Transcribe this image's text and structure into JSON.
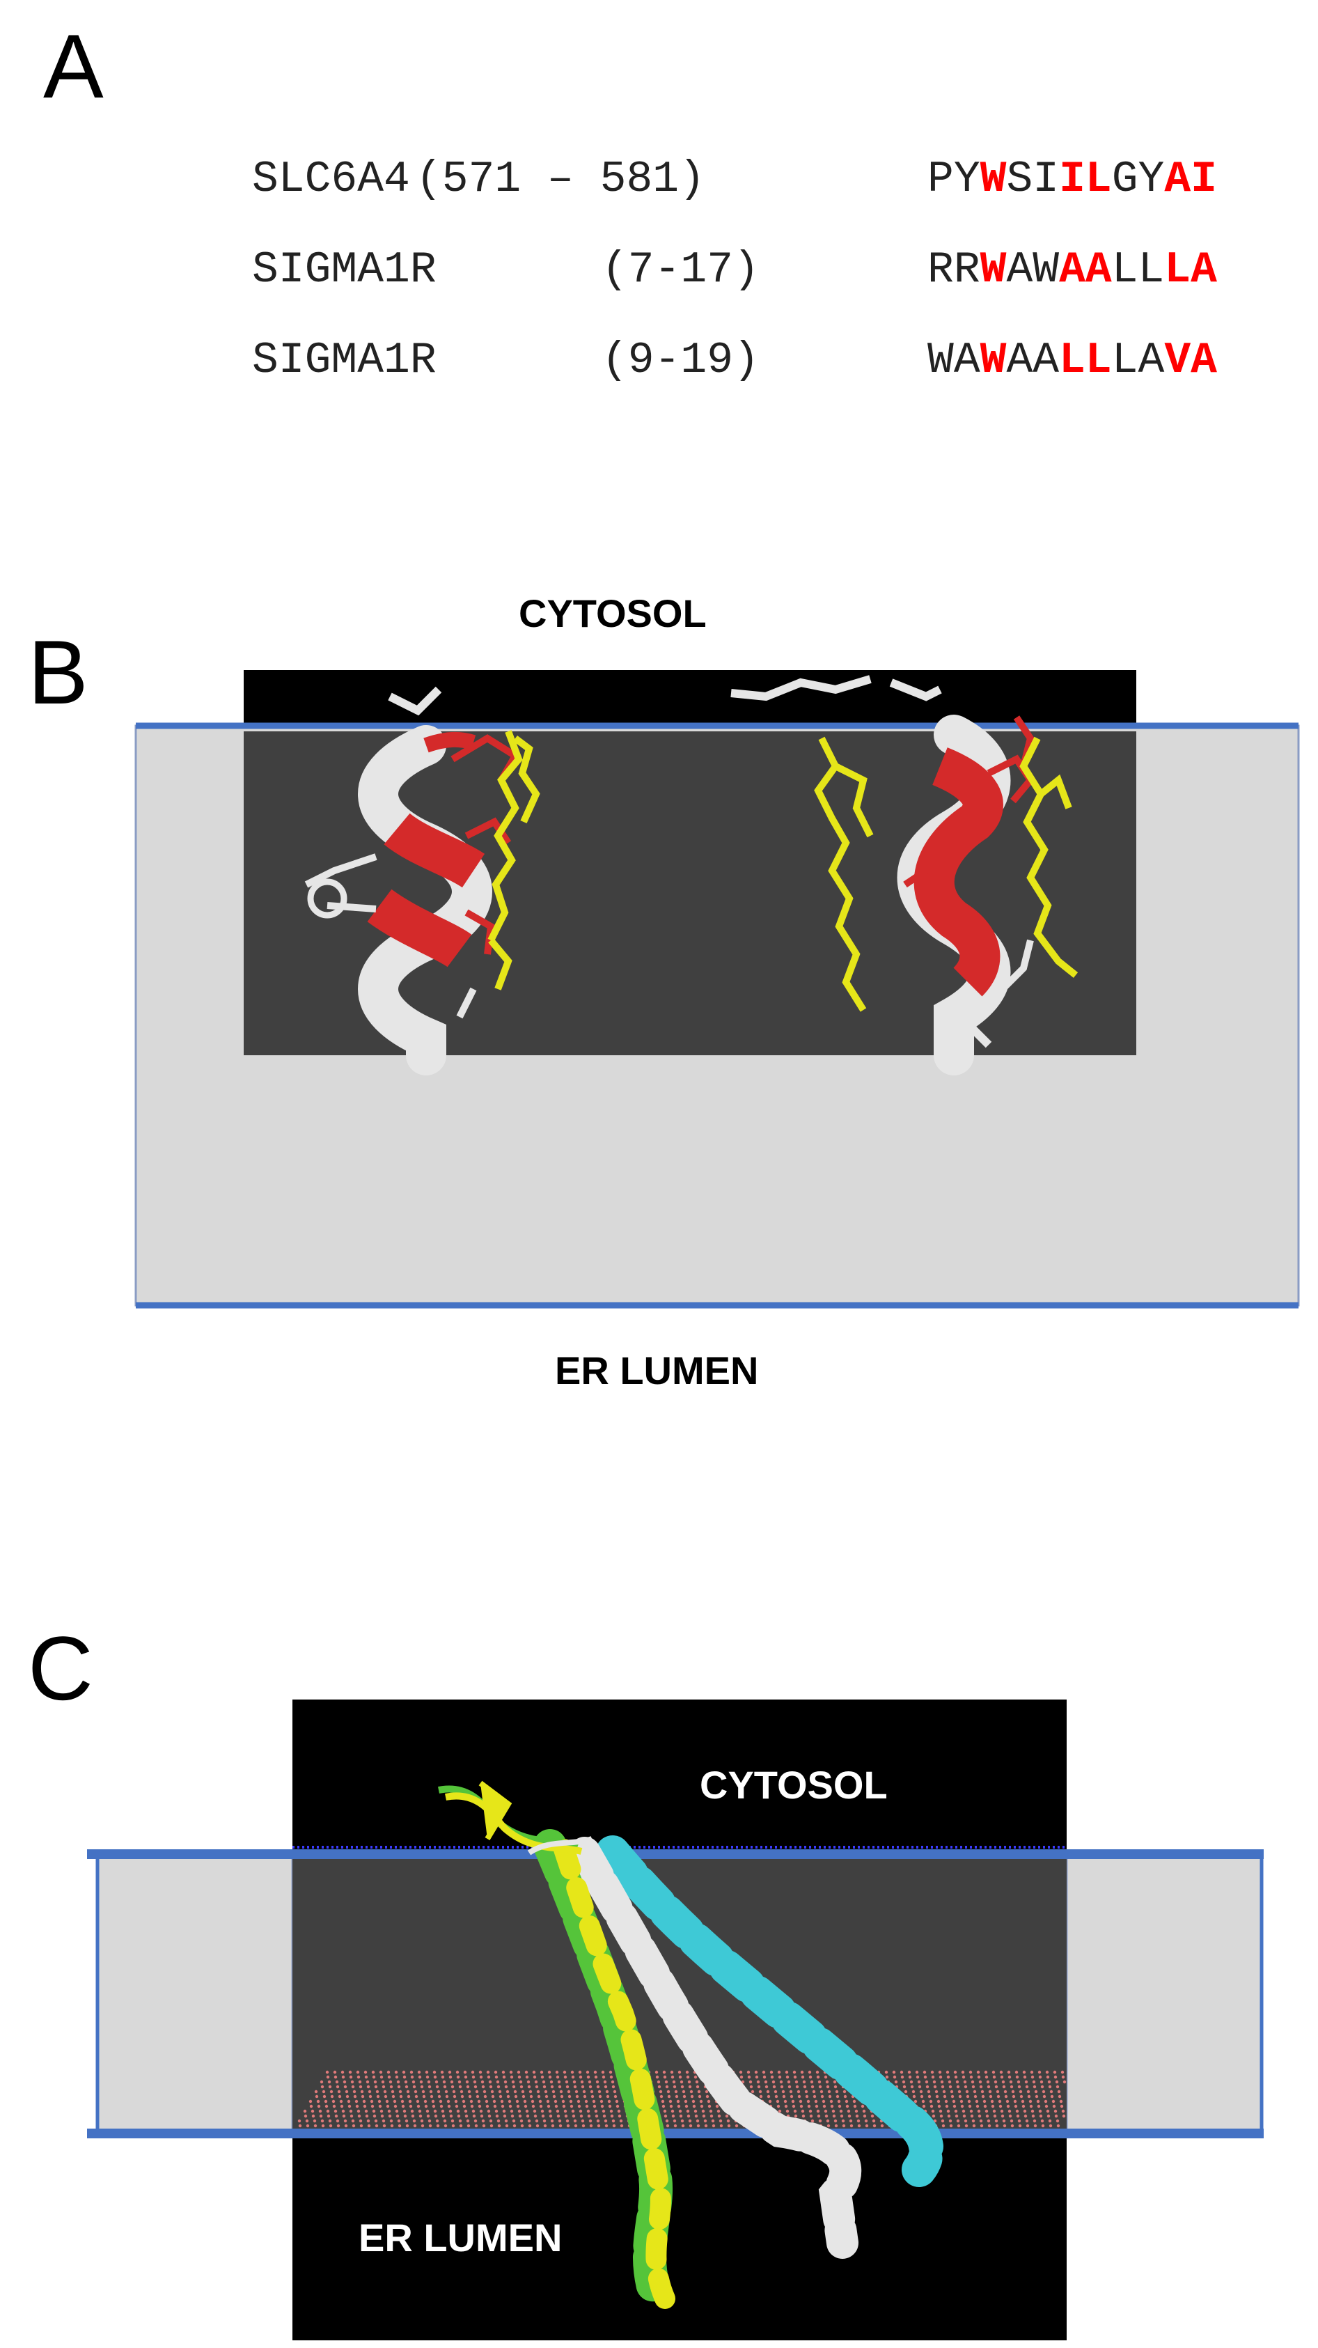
{
  "panels": {
    "a": "A",
    "b": "B",
    "c": "C"
  },
  "sequences": [
    {
      "name": "SLC6A4",
      "range": "(571 – 581)",
      "residues": [
        {
          "aa": "P",
          "hl": false
        },
        {
          "aa": "Y",
          "hl": false
        },
        {
          "aa": "W",
          "hl": true
        },
        {
          "aa": "S",
          "hl": false
        },
        {
          "aa": "I",
          "hl": false
        },
        {
          "aa": "I",
          "hl": true
        },
        {
          "aa": "L",
          "hl": true
        },
        {
          "aa": "G",
          "hl": false
        },
        {
          "aa": "Y",
          "hl": false
        },
        {
          "aa": "A",
          "hl": true
        },
        {
          "aa": "I",
          "hl": true
        }
      ]
    },
    {
      "name": "SIGMA1R",
      "range": "(7-17)",
      "residues": [
        {
          "aa": "R",
          "hl": false
        },
        {
          "aa": "R",
          "hl": false
        },
        {
          "aa": "W",
          "hl": true
        },
        {
          "aa": "A",
          "hl": false
        },
        {
          "aa": "W",
          "hl": false
        },
        {
          "aa": "A",
          "hl": true
        },
        {
          "aa": "A",
          "hl": true
        },
        {
          "aa": "L",
          "hl": false
        },
        {
          "aa": "L",
          "hl": false
        },
        {
          "aa": "L",
          "hl": true
        },
        {
          "aa": "A",
          "hl": true
        }
      ]
    },
    {
      "name": "SIGMA1R",
      "range": "(9-19)",
      "residues": [
        {
          "aa": "W",
          "hl": false
        },
        {
          "aa": "A",
          "hl": false
        },
        {
          "aa": "W",
          "hl": true
        },
        {
          "aa": "A",
          "hl": false
        },
        {
          "aa": "A",
          "hl": false
        },
        {
          "aa": "L",
          "hl": true
        },
        {
          "aa": "L",
          "hl": true
        },
        {
          "aa": "L",
          "hl": false
        },
        {
          "aa": "A",
          "hl": false
        },
        {
          "aa": "V",
          "hl": true
        },
        {
          "aa": "A",
          "hl": true
        }
      ]
    }
  ],
  "panel_b": {
    "cytosol_label": "CYTOSOL",
    "lumen_label": "ER LUMEN"
  },
  "panel_c": {
    "cytosol_label": "CYTOSOL",
    "lumen_label": "ER LUMEN"
  },
  "colors": {
    "highlight": "#ff0000",
    "membrane_fill": "#d9d9d9",
    "membrane_edge": "#4472c4",
    "render_bg": "#000000",
    "helix_white": "#e6e6e6",
    "helix_red": "#d42a2a",
    "lipid_yellow": "#e6e619",
    "helix_green": "#55c43a",
    "helix_cyan": "#3ec9d6"
  }
}
